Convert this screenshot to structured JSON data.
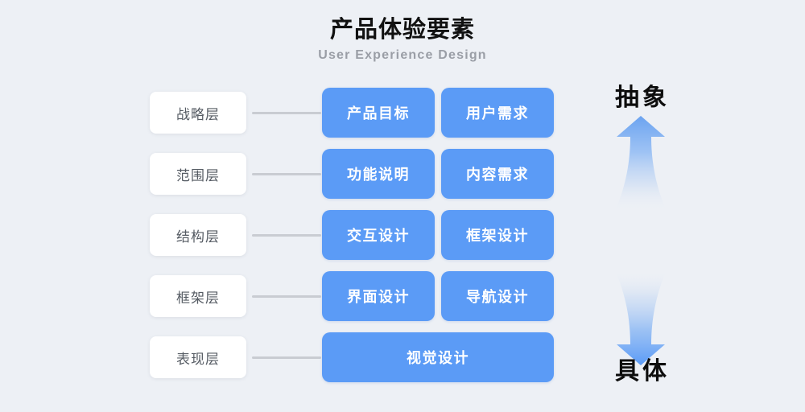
{
  "header": {
    "title": "产品体验要素",
    "subtitle": "User Experience Design"
  },
  "colors": {
    "background": "#edf0f5",
    "node_blue": "#5b9bf6",
    "arrow_blue": "#6ba3f0",
    "label_card": "#ffffff",
    "label_text": "#555b63",
    "connector": "#c9ccd2",
    "subtitle_gray": "#9a9ea6",
    "title_black": "#111111"
  },
  "diagram": {
    "rows": [
      {
        "label": "战略层",
        "nodes": [
          "产品目标",
          "用户需求"
        ]
      },
      {
        "label": "范围层",
        "nodes": [
          "功能说明",
          "内容需求"
        ]
      },
      {
        "label": "结构层",
        "nodes": [
          "交互设计",
          "框架设计"
        ]
      },
      {
        "label": "框架层",
        "nodes": [
          "界面设计",
          "导航设计"
        ]
      },
      {
        "label": "表现层",
        "nodes": [
          "视觉设计"
        ]
      }
    ]
  },
  "axis": {
    "top_label": "抽象",
    "bottom_label": "具体",
    "up_arrow_icon": "arrow-up-icon",
    "down_arrow_icon": "arrow-down-icon"
  }
}
